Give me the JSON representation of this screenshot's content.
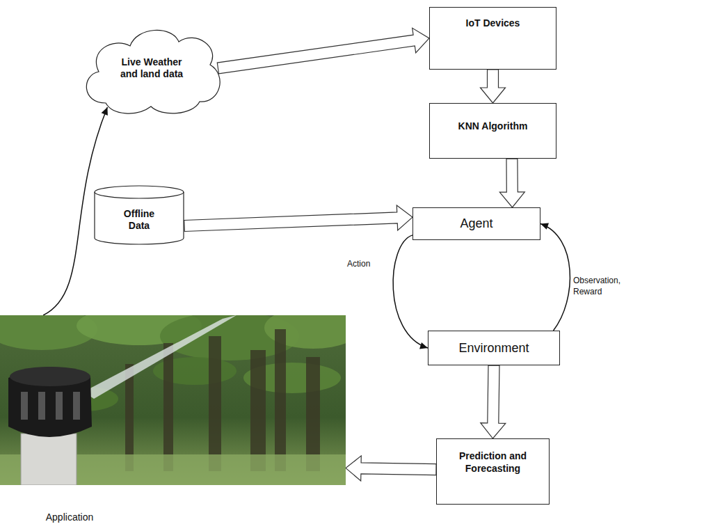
{
  "diagram": {
    "nodes": [
      {
        "text": [
          "Live Weather and land data"
        ]
      },
      {
        "text": [
          "IoT Devices"
        ]
      },
      {
        "text": [
          "KNN Algorithm"
        ]
      },
      {
        "text": [
          "Offline Data"
        ]
      },
      {
        "text": [
          "Agent"
        ]
      },
      {
        "text": [
          "Environment"
        ]
      },
      {
        "text": [
          "Prediction and Forecasting"
        ]
      },
      {
        "text": [
          "Application"
        ]
      }
    ],
    "edges": [
      {
        "from": 0,
        "to": 1,
        "arrow": "to"
      },
      {
        "from": 1,
        "to": 2,
        "arrow": "to"
      },
      {
        "from": 2,
        "to": 4,
        "arrow": "to"
      },
      {
        "from": 3,
        "to": 4,
        "arrow": "to"
      },
      {
        "from": 4,
        "to": 5,
        "label": "Action",
        "arrow": "to"
      },
      {
        "from": 5,
        "to": 4,
        "label": "Observation, Reward",
        "arrow": "to"
      },
      {
        "from": 5,
        "to": 6,
        "arrow": "to"
      },
      {
        "from": 6,
        "to": 7,
        "arrow": "to"
      },
      {
        "from": 7,
        "to": 0,
        "arrow": "to"
      }
    ]
  }
}
